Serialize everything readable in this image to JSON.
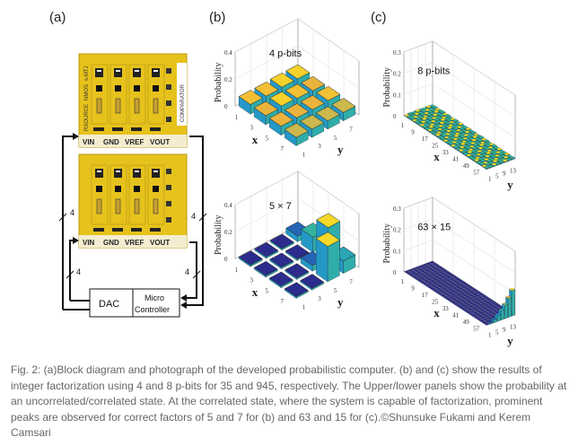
{
  "panels": {
    "a": "(a)",
    "b": "(b)",
    "c": "(c)"
  },
  "board": {
    "side_labels": [
      "RSOURCE",
      "NMOS",
      "s-MTJ"
    ],
    "comparator": "COMPARATOR",
    "pins": [
      "VIN",
      "GND",
      "VREF",
      "VOUT"
    ],
    "bus_width": "4",
    "dac": "DAC",
    "controller_line1": "Micro",
    "controller_line2": "Controller"
  },
  "colors": {
    "board": "#e6c21c",
    "yellow": "#f8e224",
    "orange": "#f0b23a",
    "green": "#9cc063",
    "teal": "#35b79c",
    "blue": "#1e8fd5",
    "navy": "#2b2c8c"
  },
  "chart_data": [
    {
      "type": "bar3d",
      "id": "b-top",
      "annotation": "4 p-bits",
      "zlabel": "Probability",
      "xlabel": "x",
      "ylabel": "y",
      "x": [
        1,
        3,
        5,
        7
      ],
      "y": [
        1,
        3,
        5,
        7
      ],
      "zticks": [
        "0",
        "0.2",
        "0.4"
      ],
      "zlim": [
        0,
        0.4
      ],
      "values": [
        [
          0.06,
          0.06,
          0.065,
          0.065
        ],
        [
          0.055,
          0.065,
          0.06,
          0.055
        ],
        [
          0.055,
          0.055,
          0.055,
          0.06
        ],
        [
          0.05,
          0.05,
          0.05,
          0.05
        ]
      ]
    },
    {
      "type": "bar3d",
      "id": "b-bottom",
      "annotation": "5 × 7",
      "zlabel": "Probability",
      "xlabel": "x",
      "ylabel": "y",
      "x": [
        1,
        3,
        5,
        7
      ],
      "y": [
        1,
        3,
        5,
        7
      ],
      "zticks": [
        "0",
        "0.2",
        "0.4"
      ],
      "zlim": [
        0,
        0.4
      ],
      "values": [
        [
          0,
          0,
          0,
          0.03
        ],
        [
          0,
          0,
          0,
          0.1
        ],
        [
          0,
          0,
          0.03,
          0.25
        ],
        [
          0,
          0,
          0.25,
          0.08
        ]
      ]
    },
    {
      "type": "bar3d",
      "id": "c-top",
      "annotation": "8 p-bits",
      "zlabel": "Probability",
      "xlabel": "x",
      "ylabel": "y",
      "xticks": [
        "1",
        "9",
        "17",
        "25",
        "33",
        "41",
        "49",
        "57"
      ],
      "yticks": [
        "1",
        "5",
        "9",
        "13"
      ],
      "zticks": [
        "0",
        "0.1",
        "0.2",
        "0.3"
      ],
      "zlim": [
        0,
        0.3
      ],
      "grid": [
        32,
        8
      ],
      "uniform_value": 0.004
    },
    {
      "type": "bar3d",
      "id": "c-bottom",
      "annotation": "63 × 15",
      "zlabel": "Probability",
      "xlabel": "x",
      "ylabel": "y",
      "xticks": [
        "1",
        "9",
        "17",
        "25",
        "33",
        "41",
        "49",
        "57"
      ],
      "yticks": [
        "1",
        "5",
        "9",
        "13"
      ],
      "zticks": [
        "0",
        "0.1",
        "0.2",
        "0.3"
      ],
      "zlim": [
        0,
        0.3
      ],
      "grid": [
        32,
        8
      ],
      "peak": {
        "x": 63,
        "y": 15,
        "value": 0.12
      }
    }
  ],
  "caption": "Fig. 2: (a)Block diagram and photograph of the developed probabilistic computer. (b) and (c) show the results of integer factorization using 4 and 8 p-bits for 35 and 945, respectively. The Upper/lower panels show the probability at an uncorrelated/correlated state. At the correlated state, where the system is capable of factorization, prominent peaks are observed for correct factors of 5 and 7 for (b) and 63 and 15 for (c).©Shunsuke Fukami and Kerem Camsari"
}
